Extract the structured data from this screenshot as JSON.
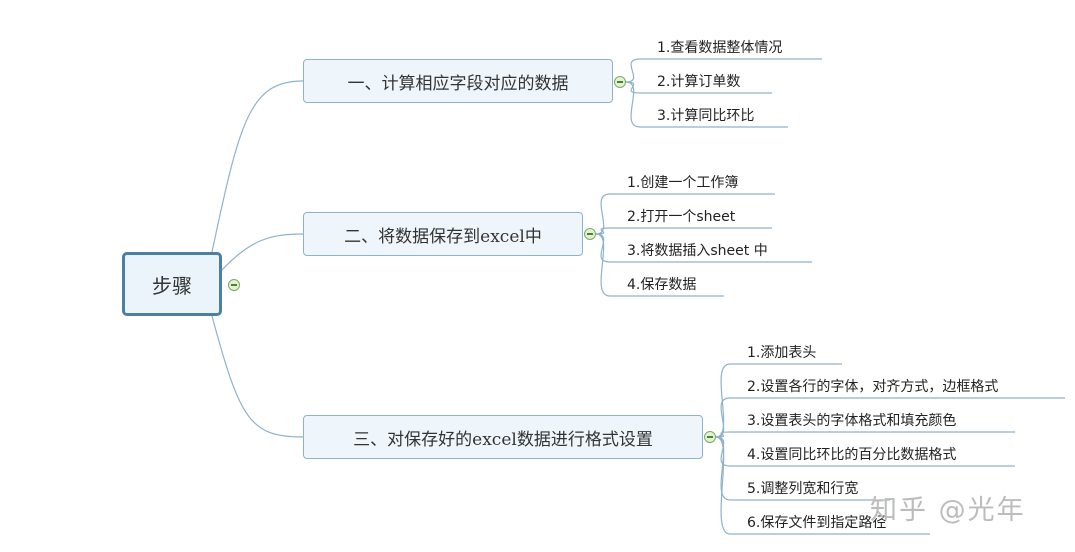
{
  "root": {
    "label": "步骤"
  },
  "branches": [
    {
      "label": "一、计算相应字段对应的数据",
      "items": [
        "1.查看数据整体情况",
        "2.计算订单数",
        "3.计算同比环比"
      ]
    },
    {
      "label": "二、将数据保存到excel中",
      "items": [
        "1.创建一个工作簿",
        "2.打开一个sheet",
        "3.将数据插入sheet 中",
        "4.保存数据"
      ]
    },
    {
      "label": "三、对保存好的excel数据进行格式设置",
      "items": [
        "1.添加表头",
        "2.设置各行的字体，对齐方式，边框格式",
        "3.设置表头的字体格式和填充颜色",
        "4.设置同比环比的百分比数据格式",
        "5.调整列宽和行宽",
        "6.保存文件到指定路径"
      ]
    }
  ],
  "watermark": "知乎 @光年",
  "colors": {
    "link": "#8fb2cc",
    "root_border": "#4d7fa3",
    "node_fill": "#eef5fb",
    "toggle": "#7ea866"
  }
}
